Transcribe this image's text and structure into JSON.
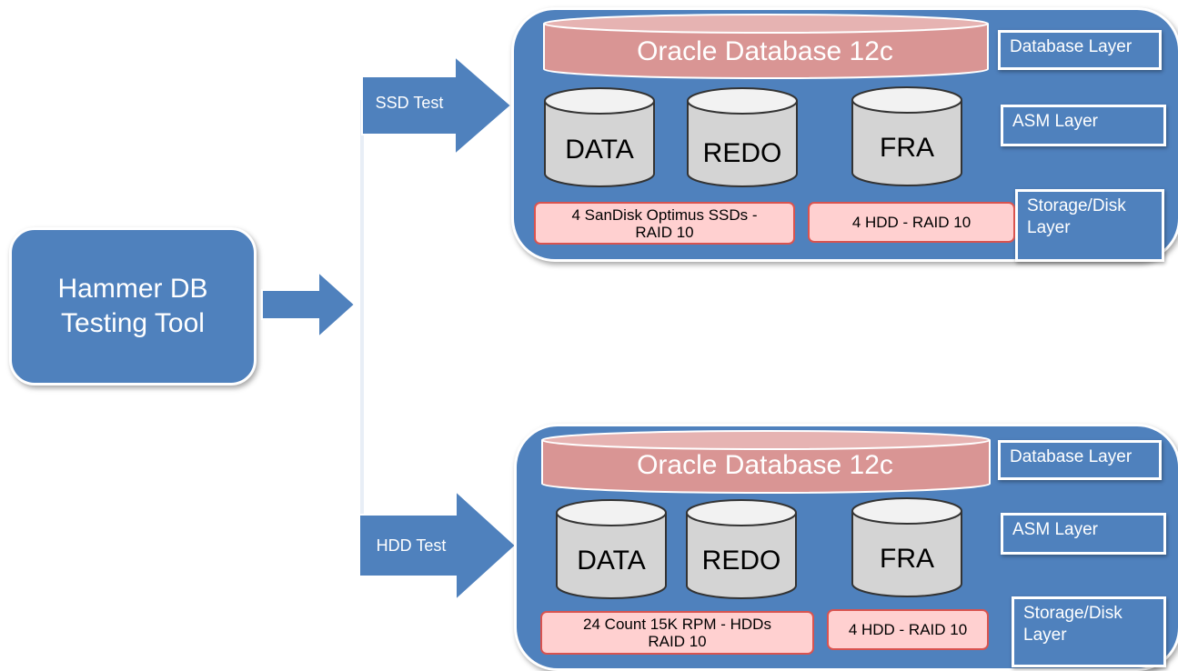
{
  "tool": {
    "line1": "Hammer DB",
    "line2": "Testing Tool"
  },
  "branches": [
    {
      "arrow_label": "SSD Test",
      "database_label": "Oracle Database 12c",
      "cylinders": [
        "DATA",
        "REDO",
        "FRA"
      ],
      "storage_primary": {
        "line1": "4 SanDisk Optimus SSDs -",
        "line2": "RAID 10"
      },
      "storage_secondary": "4 HDD - RAID 10",
      "layers": {
        "database": "Database Layer",
        "asm": "ASM Layer",
        "storage_line1": "Storage/Disk",
        "storage_line2": "Layer"
      }
    },
    {
      "arrow_label": "HDD Test",
      "database_label": "Oracle Database 12c",
      "cylinders": [
        "DATA",
        "REDO",
        "FRA"
      ],
      "storage_primary": {
        "line1": "24 Count 15K RPM -  HDDs",
        "line2": "RAID 10"
      },
      "storage_secondary": "4 HDD - RAID 10",
      "layers": {
        "database": "Database Layer",
        "asm": "ASM Layer",
        "storage_line1": "Storage/Disk",
        "storage_line2": "Layer"
      }
    }
  ],
  "colors": {
    "panel_blue": "#4f81bd",
    "oracle_pink": "#d99594",
    "storage_pink": "#ffd0d0",
    "cylinder_gray": "#d4d4d4"
  }
}
